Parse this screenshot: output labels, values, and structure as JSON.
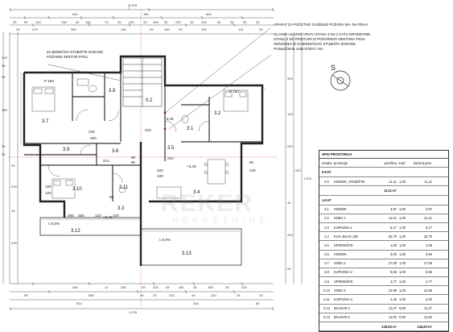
{
  "notes": {
    "extinguisher": "APARAT ZA POČETNO GAŠENJE POŽARA S6+ NA PRAH",
    "door_lines": [
      "GLAVNA ULAZNA VRATA STANA 3 NA 1 KATU GRAĐEVINE,",
      "STANU 3 SE PRISTUPA IZ POŽARNOG SEKTORA PSS1",
      "ODNOSNO IZ ZAJEDNIČKOG STUBIŠTA ZGRADE.",
      "Protupožarna vrata EI/30-C-Sm"
    ],
    "stair_lines": [
      "ZAJEDNIČKO STUBIŠTE ZGRADE,",
      "POŽARNI SEKTOR PSS1"
    ]
  },
  "rooms": {
    "r37": "3.7",
    "r38": "3.8",
    "r02": "0.2",
    "r31": "3.1",
    "r32": "3.2",
    "r39": "3.9",
    "r36": "3.6",
    "r35": "3.5",
    "r310": "3.10",
    "r311": "3.11",
    "r34": "3.4",
    "r33": "3.3",
    "r312": "3.12",
    "r313": "3.13"
  },
  "plan_labels": {
    "p160a": "P 160",
    "p160b": "P 160",
    "d240": "240",
    "d200": "200",
    "d210": "210",
    "d90": "90",
    "d80": "80",
    "d80b": "80",
    "d240b": "240",
    "d180": "180",
    "d120": "120",
    "d60": "60",
    "d2101": "210",
    "d2102": "210",
    "d100a": "100",
    "d100b": "100",
    "lvl1": "+3,45",
    "lvl2": "+3,45",
    "lvl3": "+3,45",
    "slope1": "i=0,5%",
    "slope2": "i=0,5%",
    "d250a": "250",
    "d250b": "250",
    "d122": "122",
    "d120b": "120"
  },
  "top_dims": {
    "total": "1.578",
    "row1": [
      "634",
      "180",
      "664"
    ],
    "row2": [
      "25",
      "90",
      "240",
      "136",
      "60",
      "160",
      "73",
      "25",
      "230",
      "25",
      "160",
      "25",
      "230",
      "25",
      "240",
      "60",
      "25",
      "90",
      "25"
    ],
    "row3": [
      "25",
      "270",
      "309",
      "180",
      "25",
      "160",
      "25",
      "290",
      "115",
      "25"
    ]
  },
  "bottom_dims": {
    "total": "1.578",
    "row1": [
      "484",
      "12",
      "280",
      "25",
      "200",
      "25",
      "160",
      "25",
      "185",
      "25",
      "200"
    ],
    "row2": [
      "95",
      "599",
      "25",
      "25",
      "230",
      "25",
      "240",
      "25",
      "15"
    ],
    "row3": [
      "634",
      "264",
      "60"
    ]
  },
  "left_dims": [
    "125",
    "10",
    "30",
    "185",
    "10",
    "30",
    "25",
    "230",
    "25",
    "230"
  ],
  "right_dims": [
    "1.375",
    "300",
    "100",
    "250",
    "240",
    "40",
    "315",
    "25"
  ],
  "compass": "S",
  "watermark": {
    "main": "REKER",
    "sub": "NEKRETNINE"
  },
  "legend": {
    "title": "OPIS PROSTORIJA",
    "headers": [
      "oznaka",
      "prostorija",
      "površina",
      "koef.",
      "korisna povr."
    ],
    "level0": "0.KAT",
    "level0_rows": [
      {
        "id": "0.2",
        "name": "HODNIK, STUBIŠTE",
        "area": "11,11",
        "k": "1,00",
        "useful": "11,11"
      }
    ],
    "level0_sum": "11,11 m²",
    "level1": "1.KAT",
    "level1_rows": [
      {
        "id": "3.1",
        "name": "HODNIK",
        "area": "3,97",
        "k": "1,00",
        "useful": "3,97"
      },
      {
        "id": "3.2",
        "name": "SOBA 1",
        "area": "11,21",
        "k": "1,00",
        "useful": "11,21"
      },
      {
        "id": "3.3",
        "name": "KUPAONA 1",
        "area": "5,17",
        "k": "1,00",
        "useful": "5,17"
      },
      {
        "id": "3.4",
        "name": "KUH.,BLAG.,DB",
        "area": "32,70",
        "k": "1,00",
        "useful": "32,70"
      },
      {
        "id": "3.5",
        "name": "SPREMIŠTE",
        "area": "1,08",
        "k": "1,00",
        "useful": "1,08"
      },
      {
        "id": "3.6",
        "name": "HODNIK",
        "area": "3,94",
        "k": "1,00",
        "useful": "3,94"
      },
      {
        "id": "3.7",
        "name": "SOBA 2",
        "area": "17,06",
        "k": "1,00",
        "useful": "17,06"
      },
      {
        "id": "3.8",
        "name": "KUPAONA 2",
        "area": "5,55",
        "k": "1,00",
        "useful": "5,55"
      },
      {
        "id": "3.9",
        "name": "SPREMIŠTE",
        "area": "4,77",
        "k": "1,00",
        "useful": "4,77"
      },
      {
        "id": "3.10",
        "name": "SOBA 3",
        "area": "12,99",
        "k": "1,00",
        "useful": "12,99"
      },
      {
        "id": "3.11",
        "name": "KUPAONA 3",
        "area": "4,20",
        "k": "1,00",
        "useful": "4,20"
      },
      {
        "id": "3.12",
        "name": "BALKON 1",
        "area": "11,37",
        "k": "0,50",
        "useful": "11,37"
      },
      {
        "id": "3.13",
        "name": "BALKON 2",
        "area": "11,82",
        "k": "0,50",
        "useful": "11,82"
      }
    ],
    "level1_sum_area": "126,83 m²",
    "level1_sum_useful": "126,83 m²"
  }
}
